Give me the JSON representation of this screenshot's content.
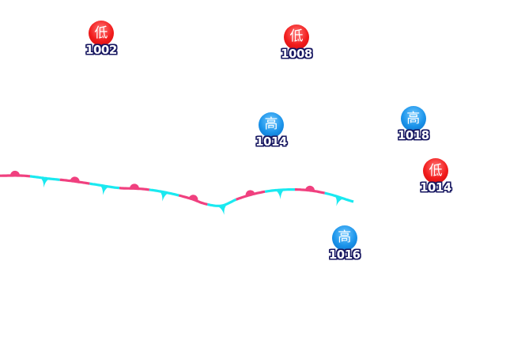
{
  "pressure_centers": [
    {
      "id": "low-1",
      "kind": "low",
      "label": "低",
      "value": "1002",
      "lonlat": [
        0.203,
        0.105
      ]
    },
    {
      "id": "low-2",
      "kind": "low",
      "label": "低",
      "value": "1008",
      "lonlat": [
        0.589,
        0.115
      ]
    },
    {
      "id": "high-1",
      "kind": "high",
      "label": "高",
      "value": "1014",
      "lonlat": [
        0.539,
        0.368
      ]
    },
    {
      "id": "high-2",
      "kind": "high",
      "label": "高",
      "value": "1018",
      "lonlat": [
        0.82,
        0.35
      ]
    },
    {
      "id": "low-3",
      "kind": "low",
      "label": "低",
      "value": "1014",
      "lonlat": [
        0.864,
        0.5
      ]
    },
    {
      "id": "high-3",
      "kind": "high",
      "label": "高",
      "value": "1016",
      "lonlat": [
        0.684,
        0.693
      ]
    }
  ],
  "stationary_front": {
    "type": "stationary-front",
    "warm_color": "#f0407f",
    "cold_color": "#1ae9f0",
    "points": [
      [
        0.0,
        0.505
      ],
      [
        0.047,
        0.505
      ],
      [
        0.094,
        0.513
      ],
      [
        0.141,
        0.52
      ],
      [
        0.188,
        0.53
      ],
      [
        0.234,
        0.54
      ],
      [
        0.281,
        0.543
      ],
      [
        0.328,
        0.553
      ],
      [
        0.375,
        0.57
      ],
      [
        0.406,
        0.586
      ],
      [
        0.438,
        0.591
      ],
      [
        0.469,
        0.572
      ],
      [
        0.5,
        0.558
      ],
      [
        0.531,
        0.549
      ],
      [
        0.563,
        0.545
      ],
      [
        0.594,
        0.545
      ],
      [
        0.625,
        0.55
      ],
      [
        0.656,
        0.56
      ],
      [
        0.688,
        0.575
      ],
      [
        0.7,
        0.58
      ]
    ]
  },
  "colors": {
    "low": "#f21c1c",
    "high": "#1a93ea",
    "value_outline": "#161660"
  }
}
